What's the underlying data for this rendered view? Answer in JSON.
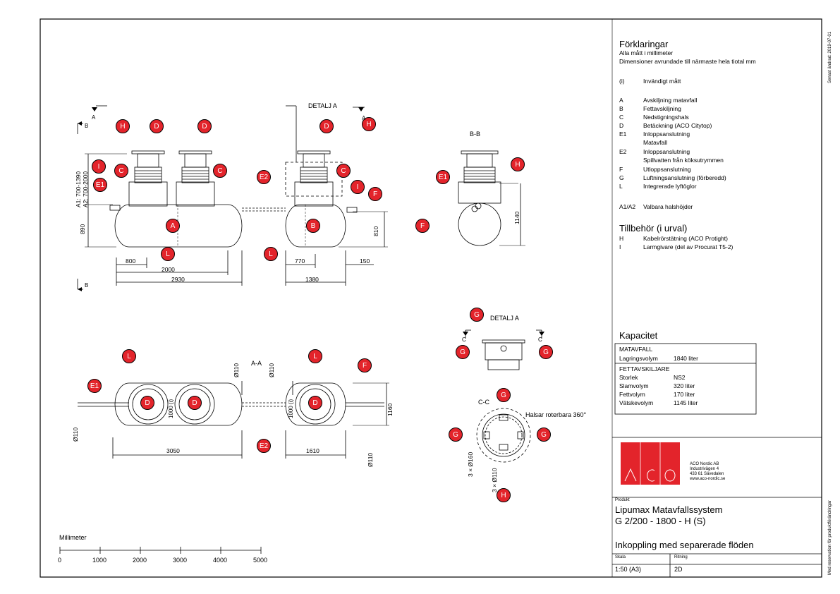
{
  "side_texts": {
    "date": "Senast ändrad: 2019-07-01",
    "reservation": "Med reservation för produktförändringar"
  },
  "legend": {
    "title": "Förklaringar",
    "line1": "Alla mått i millimeter",
    "line2": "Dimensioner avrundade till närmaste hela tiotal mm",
    "items": [
      {
        "key": "(i)",
        "text": "Invändigt mått"
      },
      {
        "key": "A",
        "text": "Avskiljning matavfall"
      },
      {
        "key": "B",
        "text": "Fettavskiljning"
      },
      {
        "key": "C",
        "text": "Nedstigningshals"
      },
      {
        "key": "D",
        "text": "Betäckning (ACO Citytop)"
      },
      {
        "key": "E1",
        "text": "Inloppsanslutning"
      },
      {
        "key": "",
        "text": "Matavfall"
      },
      {
        "key": "E2",
        "text": "Inloppsanslutning"
      },
      {
        "key": "",
        "text": "Spillvatten från köksutrymmen"
      },
      {
        "key": "F",
        "text": "Utloppsanslutning"
      },
      {
        "key": "G",
        "text": "Luftningsanslutning (förberedd)"
      },
      {
        "key": "L",
        "text": "Integrerade lyftöglor"
      },
      {
        "key": "A1/A2",
        "text": "Valbara halshöjder"
      }
    ],
    "accessories_title": "Tillbehör (i urval)",
    "accessories": [
      {
        "key": "H",
        "text": "Kabelrörstätning (ACO Protight)"
      },
      {
        "key": "I",
        "text": "Larmgivare (del av Procurat T5-2)"
      }
    ]
  },
  "capacity": {
    "title": "Kapacitet",
    "section1": "MATAVFALL",
    "rows1": [
      {
        "label": "Lagringsvolym",
        "value": "1840 liter"
      }
    ],
    "section2": "FETTAVSKILJARE",
    "rows2": [
      {
        "label": "Storlek",
        "value": "NS2"
      },
      {
        "label": "Slamvolym",
        "value": "320 liter"
      },
      {
        "label": "Fettvolym",
        "value": "170 liter"
      },
      {
        "label": "Vätskevolym",
        "value": "1145 liter"
      }
    ]
  },
  "title_block": {
    "logo_text": "ACO",
    "company": "ACO Nordic AB",
    "address1": "Industrivägen 4",
    "address2": "433 61  Sävedalen",
    "web": "www.aco-nordic.se",
    "product_label": "Produkt",
    "product_line1": "Lipumax Matavfallssystem",
    "product_line2": "G 2/200 - 1800 - H (S)",
    "drawing_title": "Inkoppling med separerade flöden",
    "scale_label": "Skala",
    "scale_value": "1:50 (A3)",
    "drawing_label": "Ritning",
    "drawing_value": "2D"
  },
  "scale_bar": {
    "label": "Millimeter",
    "ticks": [
      "0",
      "1000",
      "2000",
      "3000",
      "4000",
      "5000"
    ]
  },
  "drawing": {
    "detalj_a": "DETALJ A",
    "section_bb": "B-B",
    "section_aa": "A-A",
    "section_cc": "C-C",
    "rotate_note": "Halsar roterbara 360°",
    "a1": "A1: 700-1390",
    "a2": "A2: 700-2000",
    "dims": {
      "d890": "890",
      "d800": "800",
      "d2000": "2000",
      "d2930": "2930",
      "d770": "770",
      "d150": "150",
      "d1380": "1380",
      "d810": "810",
      "d1140": "1140",
      "d3050": "3050",
      "d1610": "1610",
      "d1160": "1160",
      "d1000i": "1000 (i)",
      "d110": "Ø110",
      "d3x160": "3 × Ø160",
      "d3x110": "3 × Ø110"
    },
    "cut_labels": {
      "a": "A",
      "b": "B",
      "c": "C"
    },
    "markers": {
      "a": "A",
      "b": "B",
      "c": "C",
      "d": "D",
      "e1": "E1",
      "e2": "E2",
      "f": "F",
      "g": "G",
      "h": "H",
      "i": "I",
      "l": "L"
    }
  }
}
